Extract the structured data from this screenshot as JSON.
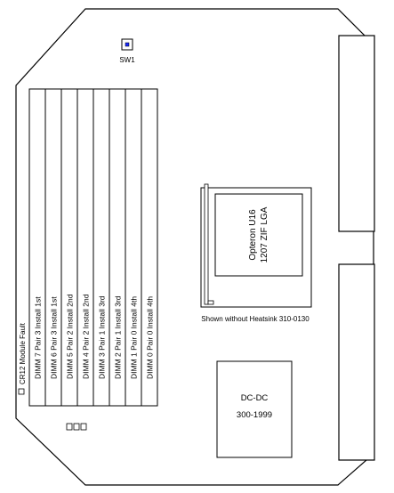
{
  "switch": {
    "label": "SW1"
  },
  "fault_led": {
    "label": "CR12 Module Fault"
  },
  "dimm_slots": [
    {
      "name": "DIMM 7",
      "pair": "Pair 3",
      "order": "Install 1st"
    },
    {
      "name": "DIMM 6",
      "pair": "Pair 3",
      "order": "Install 1st"
    },
    {
      "name": "DIMM 5",
      "pair": "Pair 2",
      "order": "Install 2nd"
    },
    {
      "name": "DIMM 4",
      "pair": "Pair 2",
      "order": "Install 2nd"
    },
    {
      "name": "DIMM 3",
      "pair": "Pair 1",
      "order": "Install 3rd"
    },
    {
      "name": "DIMM 2",
      "pair": "Pair 1",
      "order": "Install 3rd"
    },
    {
      "name": "DIMM 1",
      "pair": "Pair 0",
      "order": "Install 4th"
    },
    {
      "name": "DIMM 0",
      "pair": "Pair 0",
      "order": "Install 4th"
    }
  ],
  "cpu": {
    "line1": "Opteron U16",
    "line2": "1207 ZIF LGA",
    "caption": "Shown without Heatsink 310-0130"
  },
  "dcdc": {
    "line1": "DC-DC",
    "line2": "300-1999"
  }
}
